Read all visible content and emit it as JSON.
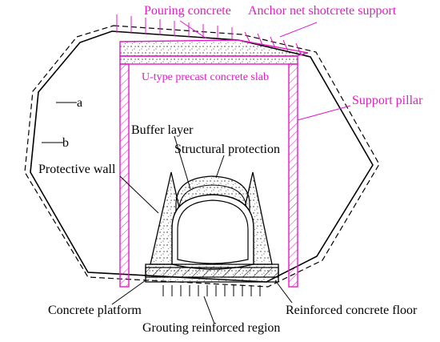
{
  "diagram": {
    "labels": {
      "pouring_concrete": "Pouring concrete",
      "anchor_net": "Anchor net shotcrete support",
      "u_slab": "U-type precast concrete slab",
      "support_pillar": "Support pillar",
      "a": "a",
      "b": "b",
      "buffer_layer": "Buffer layer",
      "structural_protection": "Structural protection",
      "protective_wall": "Protective wall",
      "concrete_platform": "Concrete platform",
      "reinforced_floor": "Reinforced concrete floor",
      "grouting_region": "Grouting reinforced region"
    },
    "colors": {
      "magenta": "#e619c8",
      "black": "#000000"
    }
  }
}
